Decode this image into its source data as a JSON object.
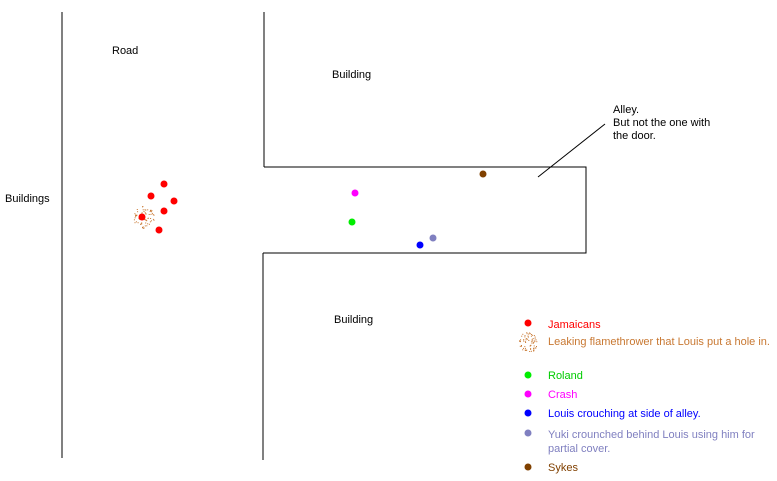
{
  "labels": {
    "road": "Road",
    "buildings_left": "Buildings",
    "building_top": "Building",
    "building_bottom": "Building",
    "alley_note": [
      "Alley.",
      "But not the one with",
      "the door."
    ]
  },
  "colors": {
    "jamaicans": "#ff0000",
    "flamethrower": "#c87832",
    "roland": "#00ee00",
    "crash": "#ff00ff",
    "louis": "#0000ff",
    "yuki": "#8080c0",
    "sykes": "#804000"
  },
  "legend": [
    {
      "key": "jamaicans",
      "text": "Jamaicans",
      "icon": "dot"
    },
    {
      "key": "flamethrower",
      "text": "Leaking flamethrower that Louis put a hole in.",
      "icon": "splatter"
    },
    {
      "key": "roland",
      "text": "Roland",
      "icon": "dot"
    },
    {
      "key": "crash",
      "text": "Crash",
      "icon": "dot"
    },
    {
      "key": "louis",
      "text": "Louis crouching at side of alley.",
      "icon": "dot"
    },
    {
      "key": "yuki",
      "text": "Yuki crounched behind Louis using him for partial cover.",
      "icon": "dot"
    },
    {
      "key": "sykes",
      "text": "Sykes",
      "icon": "dot"
    }
  ]
}
